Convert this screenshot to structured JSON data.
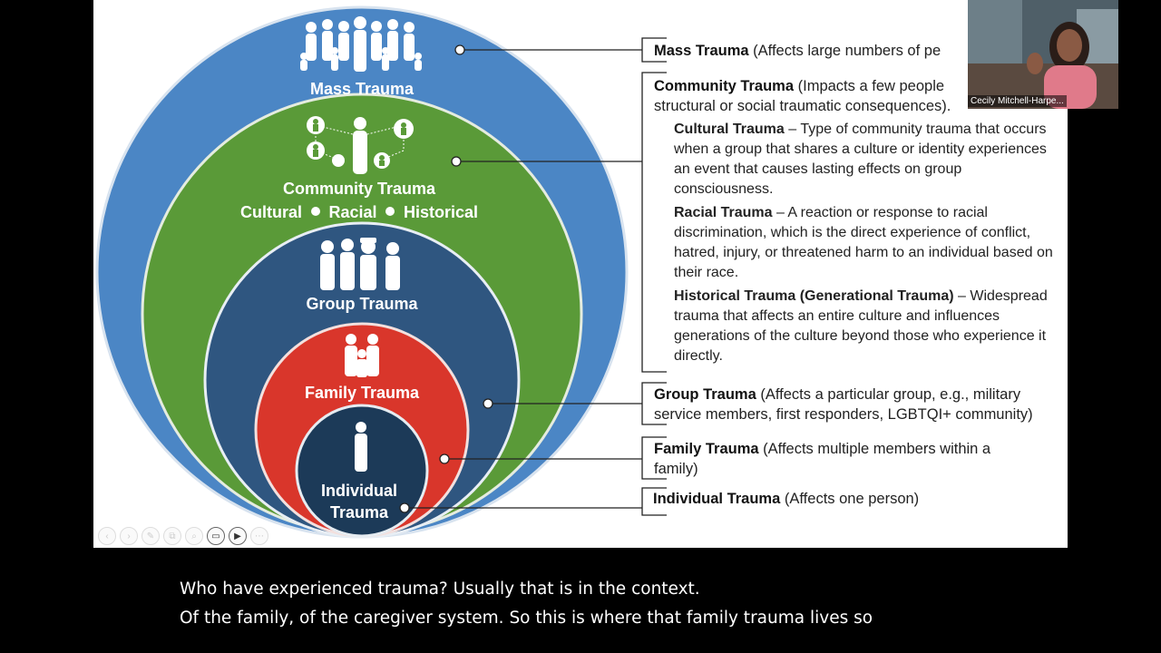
{
  "diagram": {
    "mass": {
      "label": "Mass Trauma"
    },
    "community": {
      "label": "Community Trauma",
      "sub1": "Cultural",
      "sub2": "Racial",
      "sub3": "Historical"
    },
    "group": {
      "label": "Group Trauma"
    },
    "family": {
      "label": "Family Trauma"
    },
    "individual": {
      "line1": "Individual",
      "line2": "Trauma"
    },
    "colors": {
      "mass": "#4b86c5",
      "community": "#5a9a38",
      "group": "#2f5680",
      "family": "#d9362b",
      "individual": "#1c3a58"
    }
  },
  "descriptions": {
    "mass": {
      "title": "Mass Trauma",
      "text": "(Affects large numbers of pe"
    },
    "community": {
      "title": "Community Trauma",
      "text": "(Impacts a few people",
      "text2": "structural or social traumatic consequences)."
    },
    "cultural": {
      "title": "Cultural Trauma",
      "text": " – Type of community trauma that occurs when a group that shares a culture or identity experiences an event that causes lasting effects on group consciousness."
    },
    "racial": {
      "title": "Racial Trauma",
      "text": " – A reaction or response to racial discrimination, which is the direct experience of conflict, hatred, injury, or threatened harm to an individual based on their race."
    },
    "historical": {
      "title": "Historical Trauma (Generational Trauma)",
      "text": " – Widespread trauma that affects an entire culture and influences generations of the culture beyond those who experience it directly."
    },
    "group": {
      "title": "Group Trauma",
      "text": "(Affects a particular group, e.g., military service members, first responders, LGBTQI+ community)"
    },
    "family": {
      "title": "Family Trauma",
      "text": "(Affects multiple members within a family)"
    },
    "individual": {
      "title": "Individual Trauma",
      "text": "(Affects one person)"
    }
  },
  "video": {
    "participant_name": "Cecily Mitchell-Harpe..."
  },
  "captions": {
    "line1": "Who have experienced trauma? Usually that is in the context.",
    "line2": "Of the family, of the caregiver system. So this is where that family trauma lives so"
  }
}
